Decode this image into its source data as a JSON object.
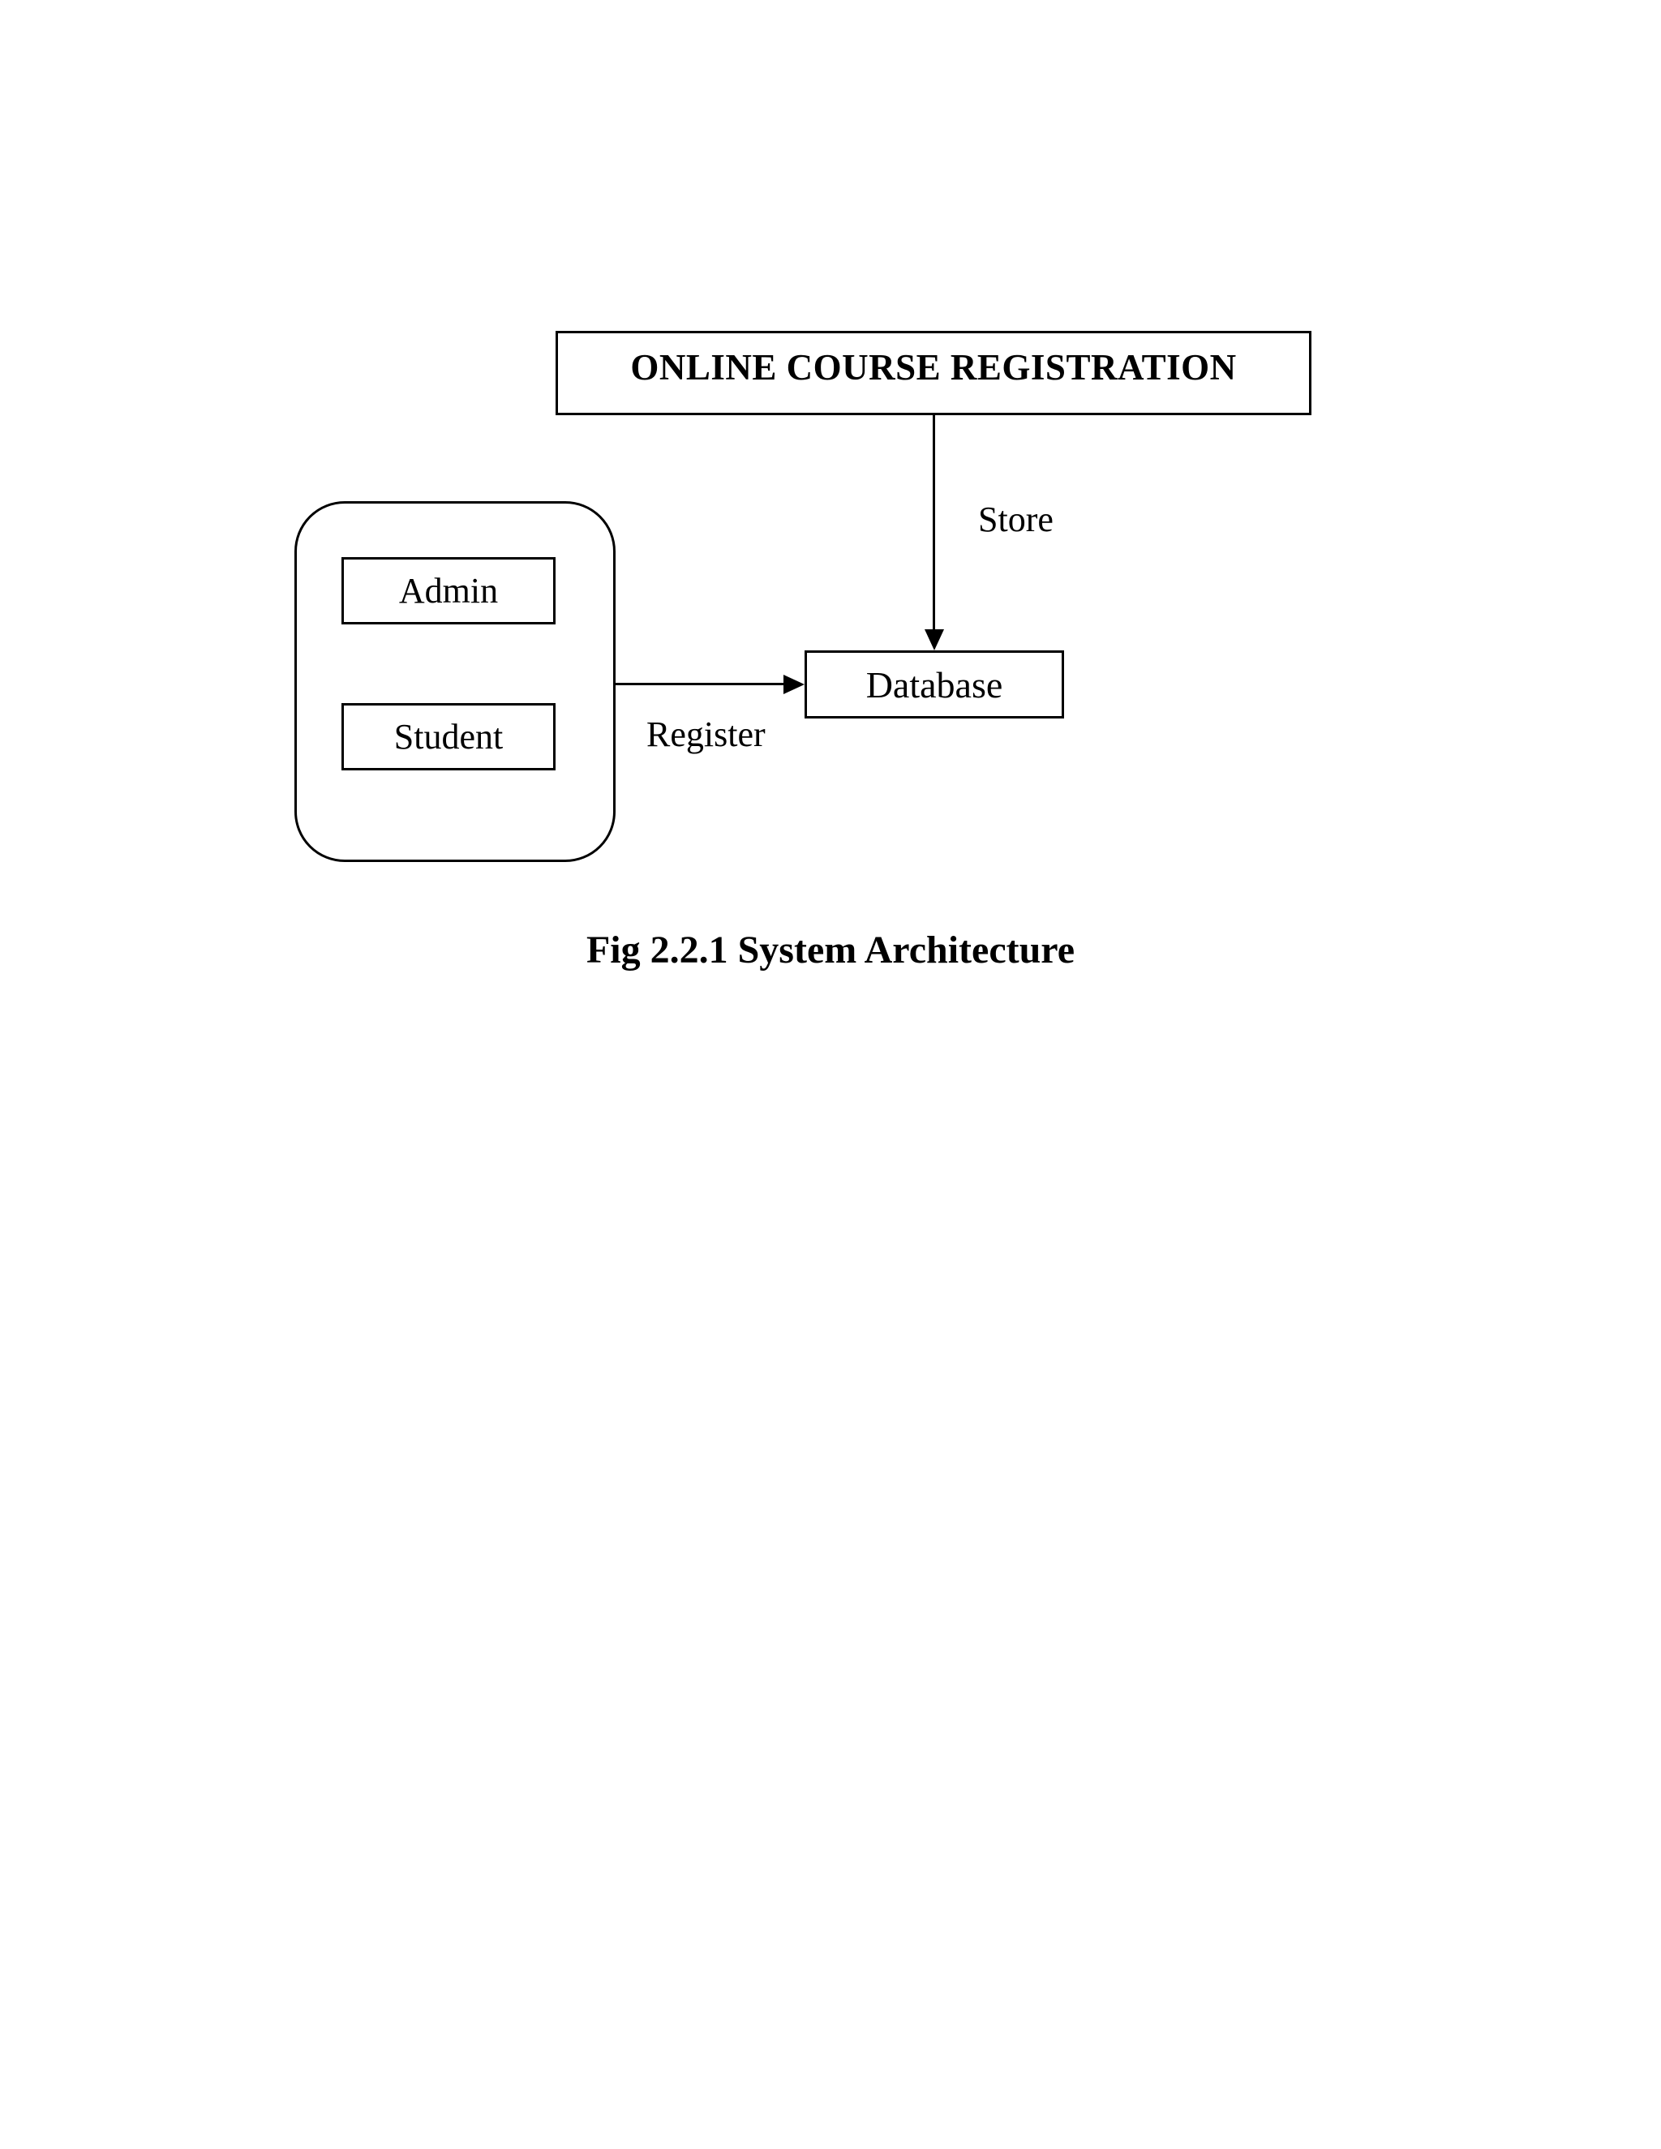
{
  "page": {
    "background": "#ffffff"
  },
  "diagram": {
    "line_color": "#000000",
    "nodes": {
      "title": {
        "label": "ONLINE COURSE REGISTRATION"
      },
      "admin": {
        "label": "Admin"
      },
      "student": {
        "label": "Student"
      },
      "database": {
        "label": "Database"
      }
    },
    "edges": [
      {
        "id": "store",
        "from": "title",
        "to": "database",
        "label": "Store"
      },
      {
        "id": "register",
        "from": "actor-group",
        "to": "database",
        "label": "Register"
      }
    ],
    "caption": "Fig 2.2.1 System Architecture"
  }
}
